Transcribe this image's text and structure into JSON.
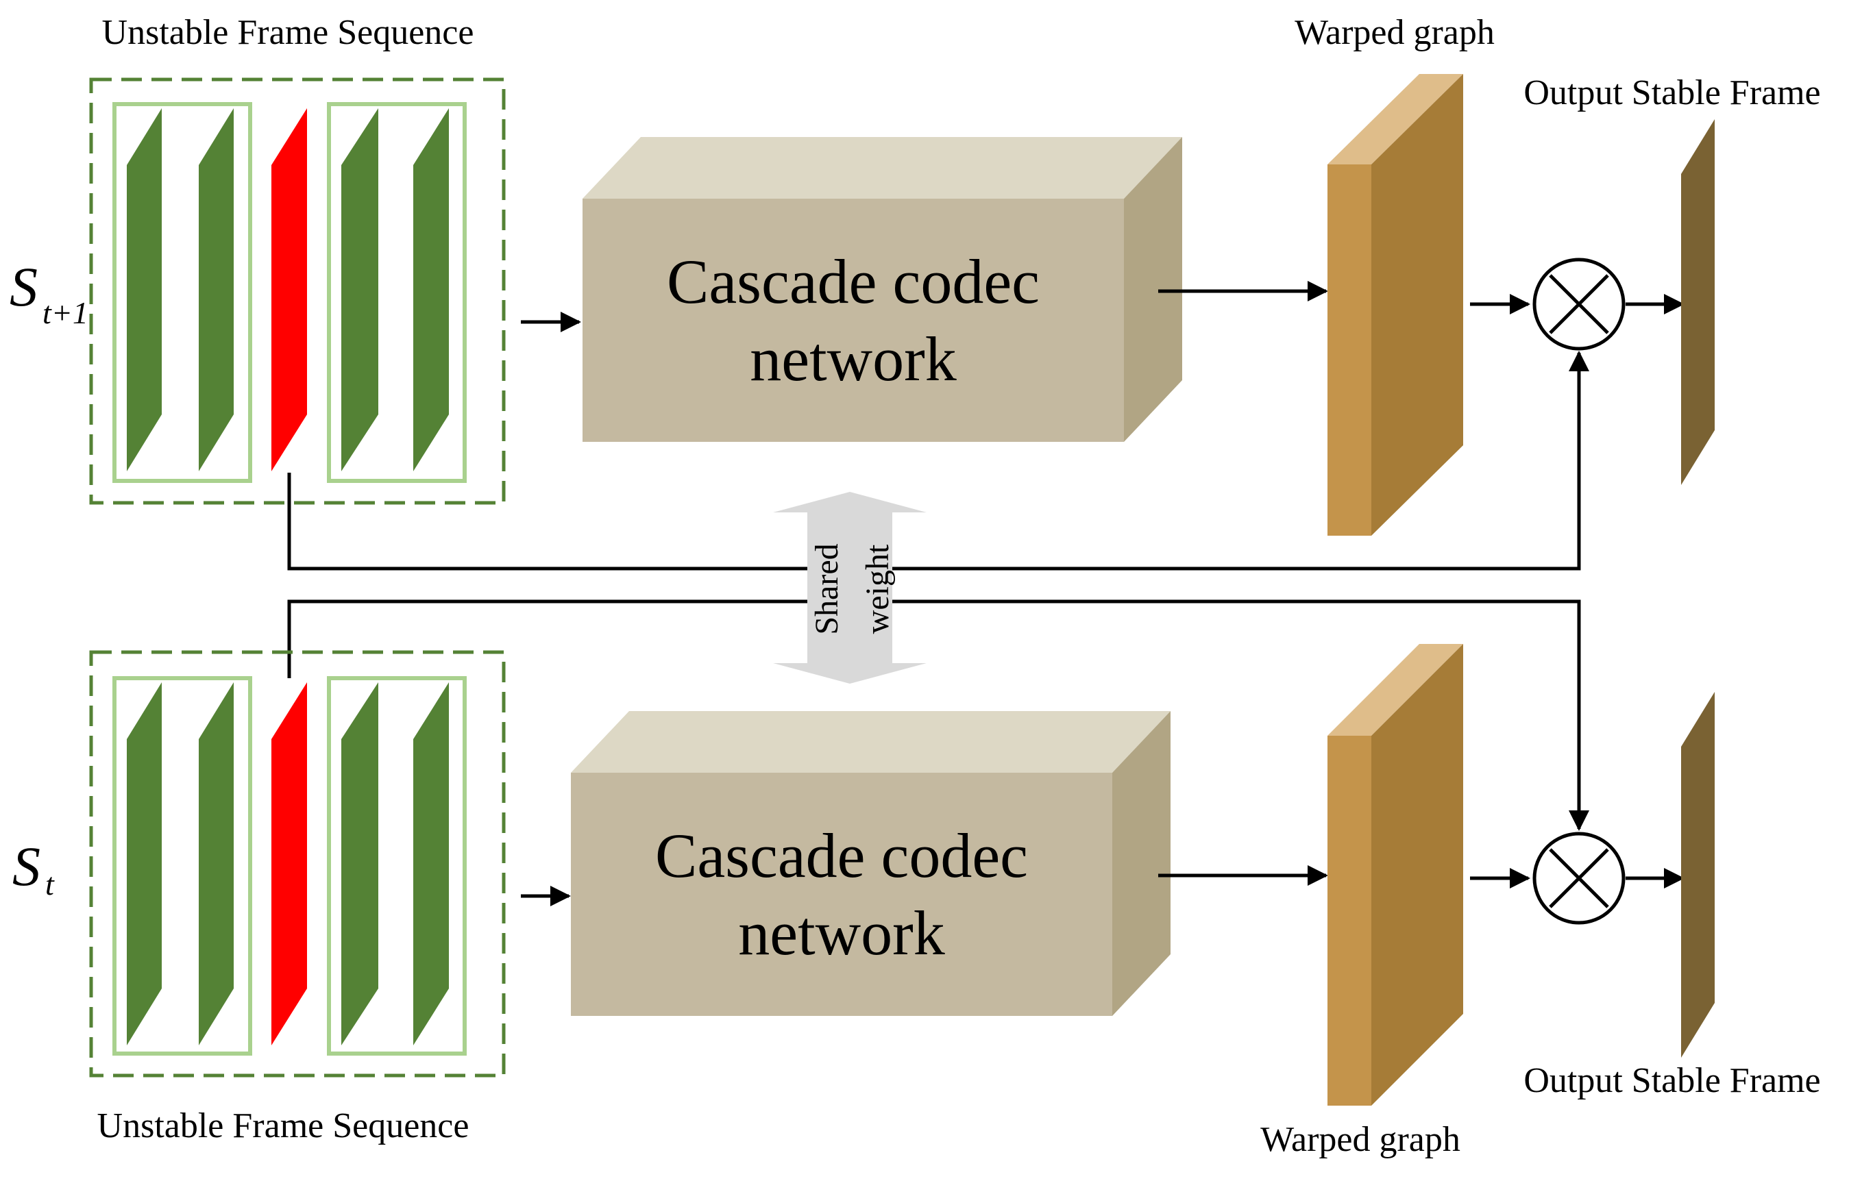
{
  "top": {
    "sequence_label": "Unstable Frame Sequence",
    "state_symbol": "S",
    "state_subscript": "t+1",
    "network_line1": "Cascade codec",
    "network_line2": "network",
    "warped_label": "Warped graph",
    "output_label": "Output Stable Frame"
  },
  "bottom": {
    "sequence_label": "Unstable Frame Sequence",
    "state_symbol": "S",
    "state_subscript": "t",
    "network_line1": "Cascade codec",
    "network_line2": "network",
    "warped_label": "Warped graph",
    "output_label": "Output Stable Frame"
  },
  "shared": {
    "line1": "Shared",
    "line2": "weight"
  },
  "colors": {
    "frame_green": "#548235",
    "frame_red": "#ff0000",
    "group_border": "#a9d18e",
    "dashed_border": "#548235",
    "box_front": "#c4b9a0",
    "box_top": "#ddd8c5",
    "box_side": "#b1a584",
    "warped_front": "#c4944b",
    "warped_top": "#dfbd8a",
    "warped_side": "#a67c37",
    "output_frame": "#7a6233",
    "shared_arrow": "#d9d9d9"
  },
  "icons": {
    "multiply": "circled-times-icon"
  }
}
